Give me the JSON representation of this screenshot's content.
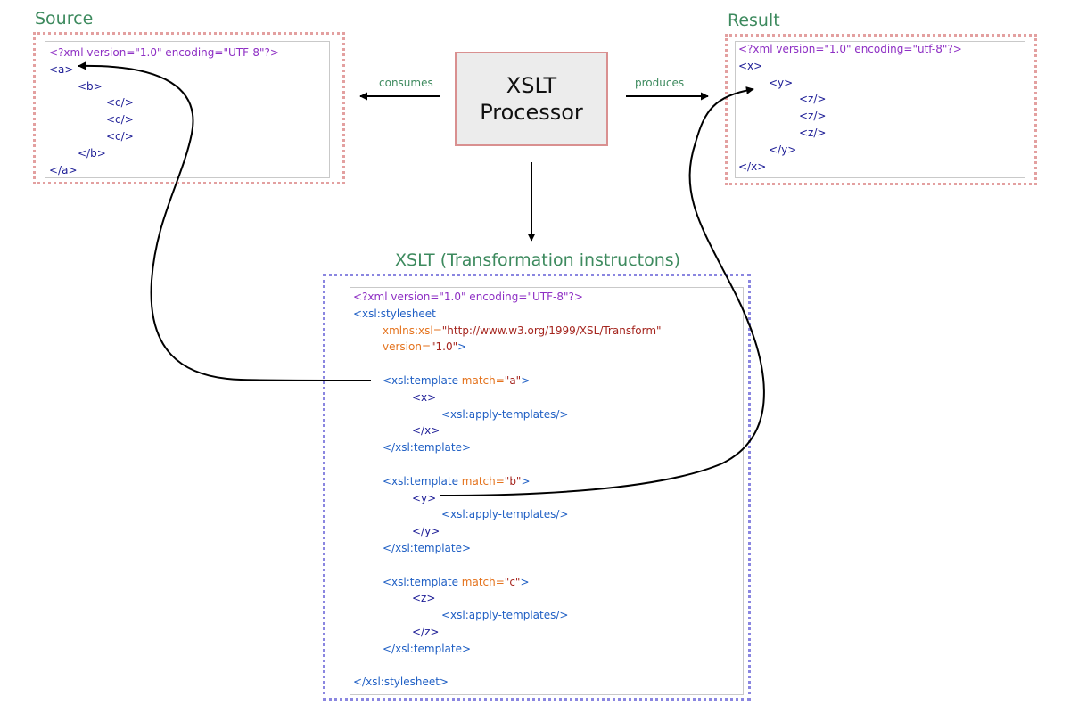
{
  "source": {
    "title": "Source",
    "lines": [
      {
        "indent": 0,
        "parts": [
          {
            "cls": "c-pi",
            "text": "<?xml version=\"1.0\" encoding=\"UTF-8\"?>"
          }
        ]
      },
      {
        "indent": 0,
        "parts": [
          {
            "cls": "c-tag",
            "text": "<a>"
          }
        ]
      },
      {
        "indent": 1,
        "parts": [
          {
            "cls": "c-tag",
            "text": "<b>"
          }
        ]
      },
      {
        "indent": 2,
        "parts": [
          {
            "cls": "c-tag",
            "text": "<c/>"
          }
        ]
      },
      {
        "indent": 2,
        "parts": [
          {
            "cls": "c-tag",
            "text": "<c/>"
          }
        ]
      },
      {
        "indent": 2,
        "parts": [
          {
            "cls": "c-tag",
            "text": "<c/>"
          }
        ]
      },
      {
        "indent": 1,
        "parts": [
          {
            "cls": "c-tag",
            "text": "</b>"
          }
        ]
      },
      {
        "indent": 0,
        "parts": [
          {
            "cls": "c-tag",
            "text": "</a>"
          }
        ]
      }
    ]
  },
  "result": {
    "title": "Result",
    "lines": [
      {
        "indent": 0,
        "parts": [
          {
            "cls": "c-pi",
            "text": "<?xml version=\"1.0\" encoding=\"utf-8\"?>"
          }
        ]
      },
      {
        "indent": 0,
        "parts": [
          {
            "cls": "c-tag",
            "text": "<x>"
          }
        ]
      },
      {
        "indent": 1,
        "parts": [
          {
            "cls": "c-tag",
            "text": "<y>"
          }
        ]
      },
      {
        "indent": 2,
        "parts": [
          {
            "cls": "c-tag",
            "text": "<z/>"
          }
        ]
      },
      {
        "indent": 2,
        "parts": [
          {
            "cls": "c-tag",
            "text": "<z/>"
          }
        ]
      },
      {
        "indent": 2,
        "parts": [
          {
            "cls": "c-tag",
            "text": "<z/>"
          }
        ]
      },
      {
        "indent": 1,
        "parts": [
          {
            "cls": "c-tag",
            "text": "</y>"
          }
        ]
      },
      {
        "indent": 0,
        "parts": [
          {
            "cls": "c-tag",
            "text": "</x>"
          }
        ]
      }
    ]
  },
  "processor": {
    "line1": "XSLT",
    "line2": "Processor"
  },
  "edges": {
    "consumes": "consumes",
    "produces": "produces"
  },
  "xslt": {
    "title": "XSLT (Transformation instructons)",
    "lines": [
      {
        "indent": 0,
        "parts": [
          {
            "cls": "c-pi",
            "text": "<?xml version=\"1.0\" encoding=\"UTF-8\"?>"
          }
        ]
      },
      {
        "indent": 0,
        "parts": [
          {
            "cls": "c-xsl",
            "text": "<xsl:stylesheet"
          }
        ]
      },
      {
        "indent": 1,
        "parts": [
          {
            "cls": "c-attr",
            "text": "xmlns:xsl="
          },
          {
            "cls": "c-val",
            "text": "\"http://www.w3.org/1999/XSL/Transform\""
          }
        ]
      },
      {
        "indent": 1,
        "parts": [
          {
            "cls": "c-attr",
            "text": "version="
          },
          {
            "cls": "c-val",
            "text": "\"1.0\""
          },
          {
            "cls": "c-xsl",
            "text": ">"
          }
        ]
      },
      {
        "indent": 0,
        "parts": []
      },
      {
        "indent": 1,
        "parts": [
          {
            "cls": "c-xsl",
            "text": "<xsl:template "
          },
          {
            "cls": "c-attr",
            "text": "match="
          },
          {
            "cls": "c-val",
            "text": "\"a\""
          },
          {
            "cls": "c-xsl",
            "text": ">"
          }
        ]
      },
      {
        "indent": 2,
        "parts": [
          {
            "cls": "c-tag",
            "text": "<x>"
          }
        ]
      },
      {
        "indent": 3,
        "parts": [
          {
            "cls": "c-xsl",
            "text": "<xsl:apply-templates/>"
          }
        ]
      },
      {
        "indent": 2,
        "parts": [
          {
            "cls": "c-tag",
            "text": "</x>"
          }
        ]
      },
      {
        "indent": 1,
        "parts": [
          {
            "cls": "c-xsl",
            "text": "</xsl:template>"
          }
        ]
      },
      {
        "indent": 0,
        "parts": []
      },
      {
        "indent": 1,
        "parts": [
          {
            "cls": "c-xsl",
            "text": "<xsl:template "
          },
          {
            "cls": "c-attr",
            "text": "match="
          },
          {
            "cls": "c-val",
            "text": "\"b\""
          },
          {
            "cls": "c-xsl",
            "text": ">"
          }
        ]
      },
      {
        "indent": 2,
        "parts": [
          {
            "cls": "c-tag",
            "text": "<y>"
          }
        ]
      },
      {
        "indent": 3,
        "parts": [
          {
            "cls": "c-xsl",
            "text": "<xsl:apply-templates/>"
          }
        ]
      },
      {
        "indent": 2,
        "parts": [
          {
            "cls": "c-tag",
            "text": "</y>"
          }
        ]
      },
      {
        "indent": 1,
        "parts": [
          {
            "cls": "c-xsl",
            "text": "</xsl:template>"
          }
        ]
      },
      {
        "indent": 0,
        "parts": []
      },
      {
        "indent": 1,
        "parts": [
          {
            "cls": "c-xsl",
            "text": "<xsl:template "
          },
          {
            "cls": "c-attr",
            "text": "match="
          },
          {
            "cls": "c-val",
            "text": "\"c\""
          },
          {
            "cls": "c-xsl",
            "text": ">"
          }
        ]
      },
      {
        "indent": 2,
        "parts": [
          {
            "cls": "c-tag",
            "text": "<z>"
          }
        ]
      },
      {
        "indent": 3,
        "parts": [
          {
            "cls": "c-xsl",
            "text": "<xsl:apply-templates/>"
          }
        ]
      },
      {
        "indent": 2,
        "parts": [
          {
            "cls": "c-tag",
            "text": "</z>"
          }
        ]
      },
      {
        "indent": 1,
        "parts": [
          {
            "cls": "c-xsl",
            "text": "</xsl:template>"
          }
        ]
      },
      {
        "indent": 0,
        "parts": []
      },
      {
        "indent": 0,
        "parts": [
          {
            "cls": "c-xsl",
            "text": "</xsl:stylesheet>"
          }
        ]
      }
    ]
  }
}
